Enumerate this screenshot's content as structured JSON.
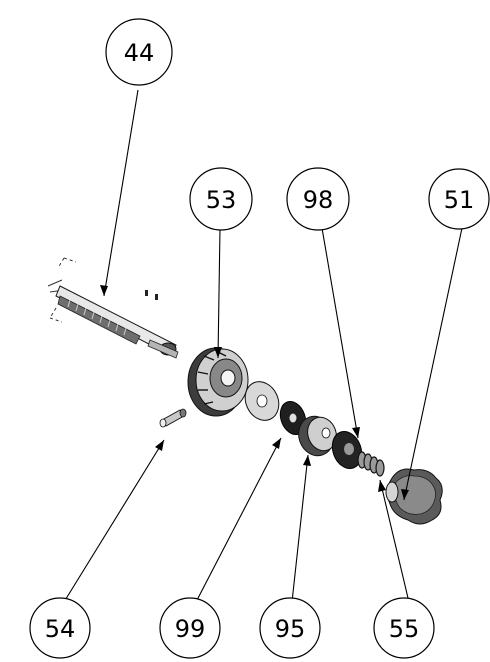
{
  "diagram": {
    "type": "exploded-assembly",
    "balloons": [
      {
        "id": "b44",
        "label": "44"
      },
      {
        "id": "b53",
        "label": "53"
      },
      {
        "id": "b98",
        "label": "98"
      },
      {
        "id": "b51",
        "label": "51"
      },
      {
        "id": "b54",
        "label": "54"
      },
      {
        "id": "b99",
        "label": "99"
      },
      {
        "id": "b95",
        "label": "95"
      },
      {
        "id": "b55",
        "label": "55"
      }
    ]
  }
}
